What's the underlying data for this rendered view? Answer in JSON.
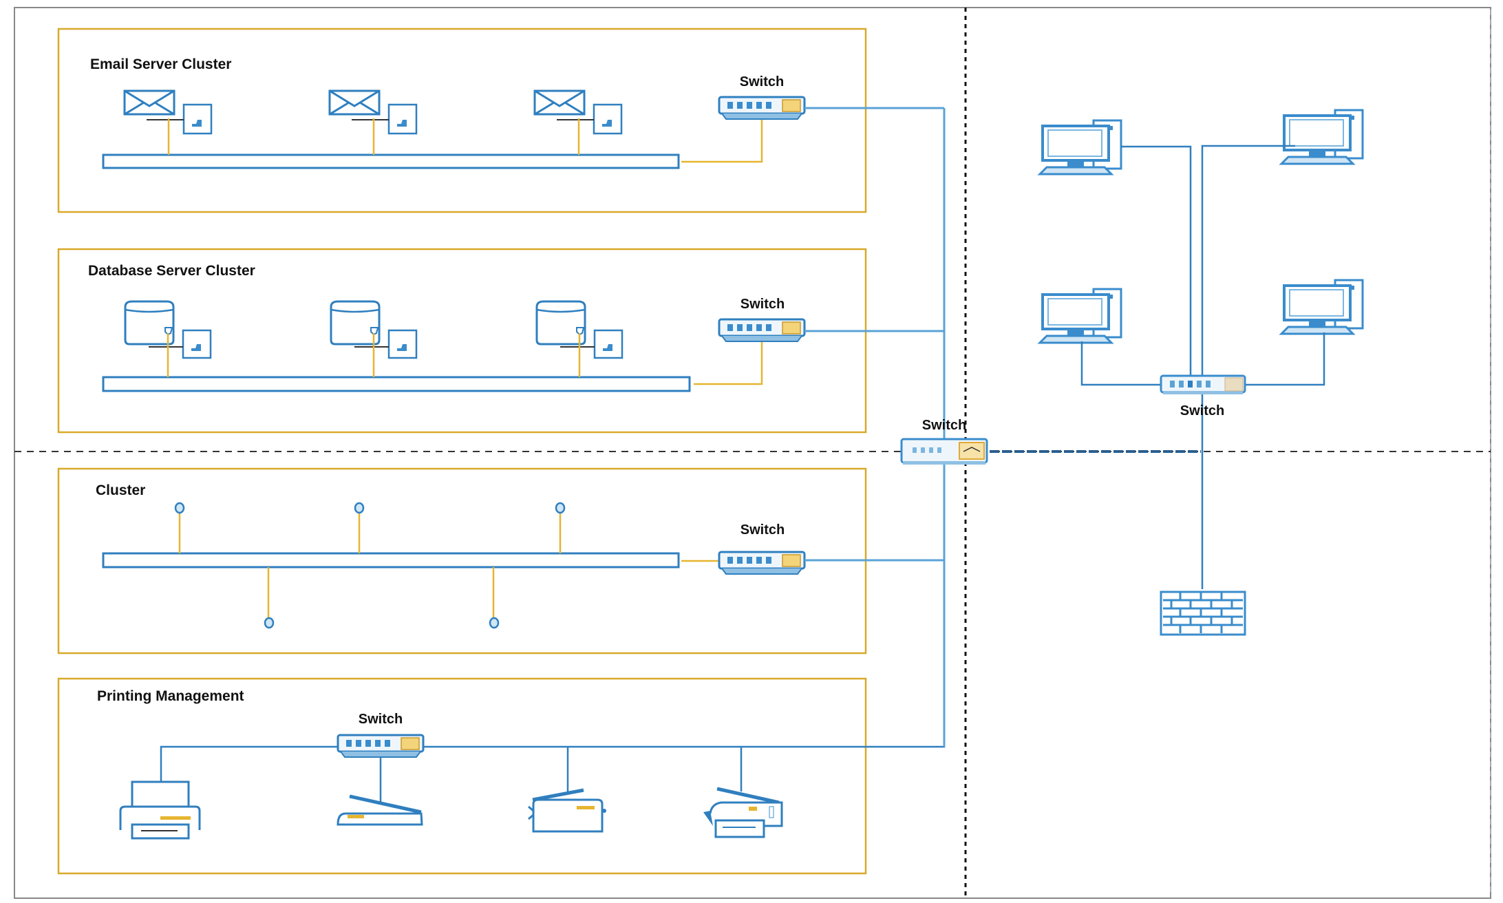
{
  "diagram": {
    "title": "Network Topology",
    "colors": {
      "group_border": "#d8a92a",
      "device_blue": "#2f7fbf",
      "trunk_blue": "#5aa3d6",
      "link_yellow": "#e6b530",
      "label": "#111111"
    },
    "groups": [
      {
        "id": "email",
        "label": "Email Server Cluster",
        "switch_label": "Switch",
        "devices": [
          "email-server",
          "email-server",
          "email-server"
        ]
      },
      {
        "id": "database",
        "label": "Database Server Cluster",
        "switch_label": "Switch",
        "devices": [
          "database-server",
          "database-server",
          "database-server"
        ]
      },
      {
        "id": "cluster",
        "label": "Cluster",
        "switch_label": "Switch",
        "devices": [
          "node",
          "node",
          "node",
          "node",
          "node"
        ]
      },
      {
        "id": "printing",
        "label": "Printing Management",
        "switch_label": "Switch",
        "devices": [
          "printer",
          "scanner",
          "copier",
          "multifunction-printer"
        ]
      }
    ],
    "core_switch": {
      "label": "Switch"
    },
    "workstation_group": {
      "switch_label": "Switch",
      "devices": [
        "workstation",
        "workstation",
        "workstation",
        "workstation"
      ],
      "uplink_device": "firewall"
    }
  }
}
